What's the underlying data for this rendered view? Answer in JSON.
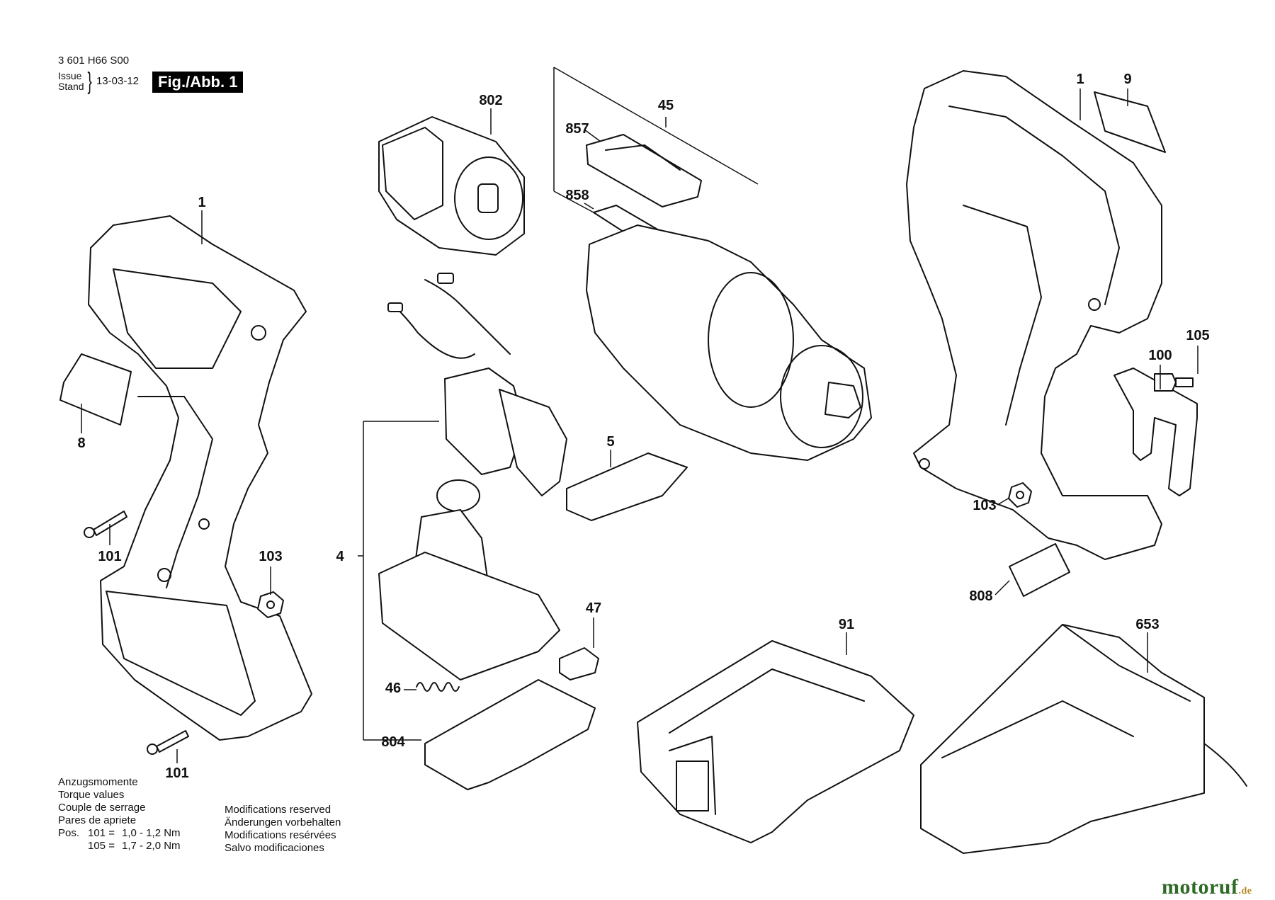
{
  "header": {
    "doc_number": "3 601 H66 S00",
    "issue_label": "Issue",
    "stand_label": "Stand",
    "issue_date": "13-03-12",
    "figure_label": "Fig./Abb. 1"
  },
  "part_labels": [
    "1",
    "8",
    "101",
    "103",
    "101",
    "802",
    "857",
    "858",
    "45",
    "4",
    "5",
    "46",
    "804",
    "47",
    "91",
    "653",
    "1",
    "9",
    "105",
    "100",
    "103",
    "808"
  ],
  "torque": {
    "titles": [
      "Anzugsmomente",
      "Torque values",
      "Couple de serrage",
      "Pares de apriete"
    ],
    "pos_label": "Pos.",
    "rows": [
      {
        "pos": "101 =",
        "value": "1,0 - 1,2 Nm"
      },
      {
        "pos": "105 =",
        "value": "1,7 - 2,0 Nm"
      }
    ]
  },
  "modifications": [
    "Modifications reserved",
    "Änderungen vorbehalten",
    "Modifications resérvées",
    "Salvo modificaciones"
  ],
  "brand": {
    "main": "motoruf",
    "suffix": ".de"
  }
}
